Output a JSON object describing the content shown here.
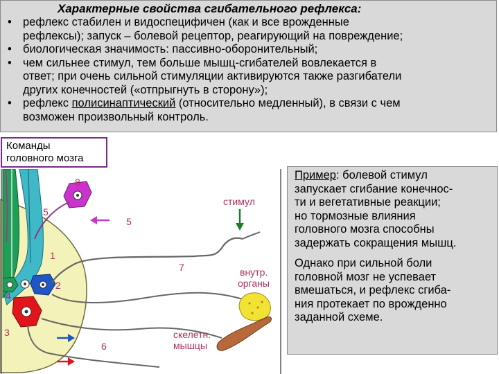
{
  "top": {
    "title": "Характерные свойства сгибательного рефлекса:",
    "items": [
      [
        "рефлекс стабилен и видоспецифичен (как и все врожденные",
        "рефлексы); запуск – болевой рецептор, реагирующий на повреждение;"
      ],
      [
        "биологическая значимость: пассивно-оборонительный;"
      ],
      [
        "чем сильнее стимул, тем больше мышц-сгибателей вовлекается в",
        "ответ; при очень сильной стимуляции активируются также разгибатели",
        "других конечностей («отпрыгнуть в сторону»);"
      ]
    ],
    "item4": {
      "prefix": "рефлекс ",
      "underlined": "полисинаптический",
      "suffix": " (относительно медленный), в связи с чем",
      "line2": "возможен произвольный контроль."
    },
    "bullet": "•"
  },
  "commands_box": {
    "line1": "Команды",
    "line2": "головного мозга"
  },
  "diagram": {
    "labels": {
      "n8": "8",
      "n5a": "5",
      "n5b": "5",
      "n1": "1",
      "n2": "2",
      "n3": "3",
      "n4": "4",
      "n6": "6",
      "n7": "7",
      "stimulus": "стимул",
      "organs1": "внутр.",
      "organs2": "органы",
      "muscles1": "скелетн.",
      "muscles2": "мышцы"
    },
    "colors": {
      "gray_matter": "#f3f2b8",
      "cyan": "#3fb8c8",
      "green": "#1f9e57",
      "blue": "#1f56c8",
      "red": "#e2141c",
      "purple": "#a23b8f",
      "magenta": "#cc33cc",
      "label": "#b03060",
      "organ": "#f2e234",
      "muscle": "#b8693c",
      "stimulus_arrow": "#1f7a2a"
    }
  },
  "right_box": {
    "example_word": "Пример",
    "p1_rest_first": ": болевой стимул",
    "p1_lines": [
      "запускает сгибание конечнос-",
      "ти и вегетативные реакции;",
      "но тормозные влияния",
      "головного мозга способны",
      "задержать сокращения мышц."
    ],
    "p2_lines": [
      "Однако при сильной боли",
      "головной мозг не успевает",
      "вмешаться, и рефлекс сгиба-",
      "ния протекает по врожденно",
      "заданной схеме."
    ]
  }
}
